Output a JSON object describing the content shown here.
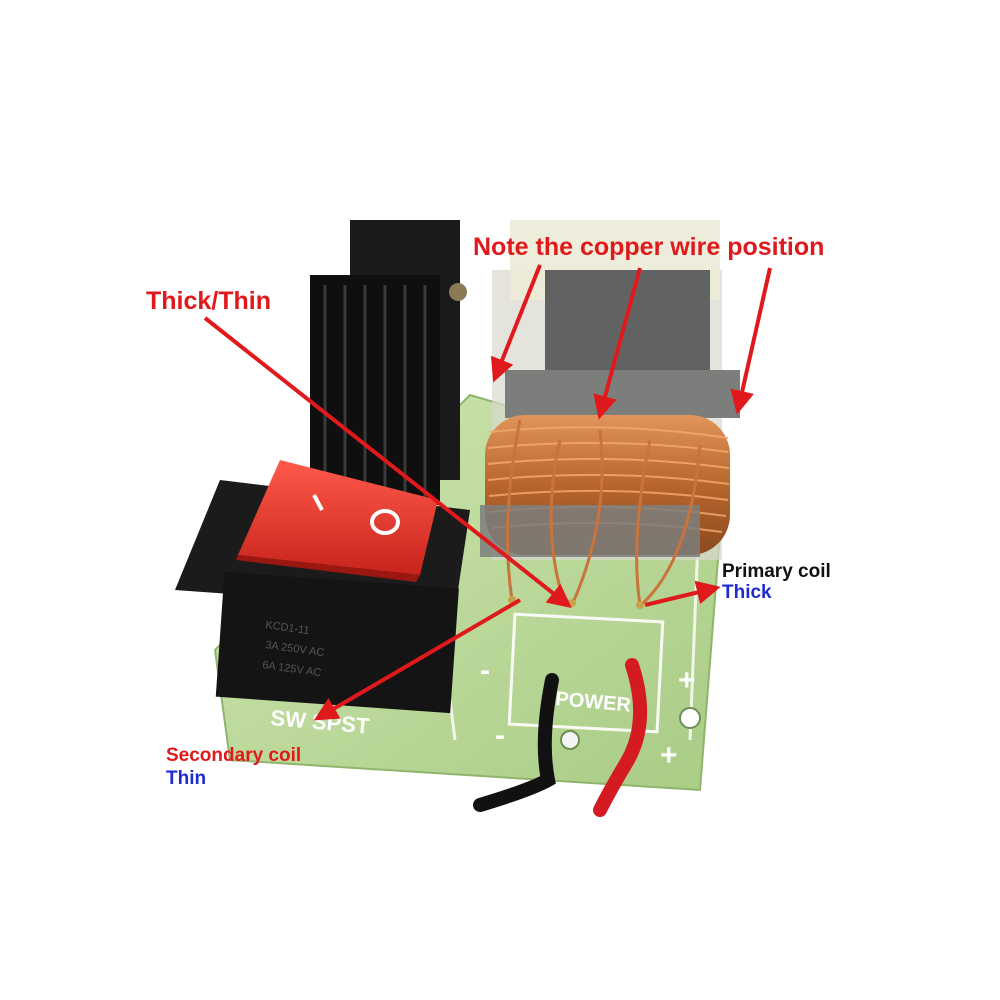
{
  "photo": {
    "subject": "high-voltage-inverter-board",
    "pcb_silkscreen": [
      "SW SPST",
      "POWER",
      "+",
      "-"
    ],
    "switch_print": [
      "KCD1-11",
      "3A 250V AC",
      "6A 125V AC"
    ],
    "switch_symbols": [
      "I",
      "O"
    ]
  },
  "annotations": {
    "top_note": "Note the copper wire position",
    "thick_thin": "Thick/Thin",
    "primary_coil": "Primary coil",
    "primary_thick": "Thick",
    "secondary_coil": "Secondary coil",
    "secondary_thin": "Thin"
  },
  "colors": {
    "arrow_red": "#e0191c",
    "label_blue": "#1f2bd0",
    "pcb_green": "#b9d79a",
    "copper": "#c8743a",
    "switch_red": "#e2352d"
  }
}
